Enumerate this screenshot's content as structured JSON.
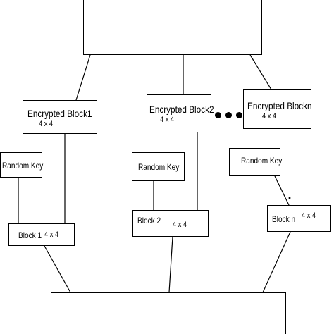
{
  "colors": {
    "stroke": "#000000",
    "background": "#ffffff"
  },
  "encrypted_blocks": [
    {
      "title": "Encrypted Block1",
      "size": "4 x 4"
    },
    {
      "title": "Encrypted Block2",
      "size": "4 x 4"
    },
    {
      "title": "Encrypted Blockn",
      "size": "4 x 4"
    }
  ],
  "random_keys": [
    {
      "label": "Random Key"
    },
    {
      "label": "Random Key"
    },
    {
      "label": "Random Key"
    }
  ],
  "plain_blocks": [
    {
      "name": "Block 1",
      "size": "4 x 4"
    },
    {
      "name": "Block 2",
      "size": "4 x 4"
    },
    {
      "name": "Block n",
      "size": "4 x 4"
    }
  ],
  "ellipsis_icon": "three-dots-icon"
}
